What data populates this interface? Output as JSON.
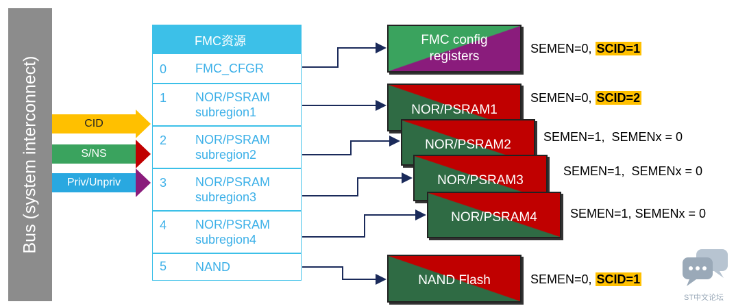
{
  "bus": {
    "label": "Bus (system interconnect)"
  },
  "signals": [
    {
      "label": "CID",
      "color": "#ffc000"
    },
    {
      "label": "S/NS",
      "color": "#3aa35e"
    },
    {
      "label": "Priv/Unpriv",
      "color": "#29a8e0"
    }
  ],
  "table": {
    "header": "FMC资源",
    "rows": [
      {
        "index": "0",
        "name": "FMC_CFGR"
      },
      {
        "index": "1",
        "name": "NOR/PSRAM subregion1"
      },
      {
        "index": "2",
        "name": "NOR/PSRAM subregion2"
      },
      {
        "index": "3",
        "name": "NOR/PSRAM subregion3"
      },
      {
        "index": "4",
        "name": "NOR/PSRAM subregion4"
      },
      {
        "index": "5",
        "name": "NAND"
      }
    ]
  },
  "resources": [
    {
      "label": "FMC config registers",
      "sem_prefix": "SEMEN=0, ",
      "scid": "SCID=1"
    },
    {
      "label": "NOR/PSRAM1",
      "sem_prefix": "SEMEN=0, ",
      "scid": "SCID=2"
    },
    {
      "label": "NOR/PSRAM2",
      "sem_prefix": "SEMEN=1,  SEMENx = 0",
      "scid": ""
    },
    {
      "label": "NOR/PSRAM3",
      "sem_prefix": "SEMEN=1,  SEMENx = 0",
      "scid": ""
    },
    {
      "label": "NOR/PSRAM4",
      "sem_prefix": "SEMEN=1, SEMENx = 0",
      "scid": ""
    },
    {
      "label": "NAND Flash",
      "sem_prefix": "SEMEN=0, ",
      "scid": "SCID=1"
    }
  ],
  "watermark": {
    "label": "ST中文论坛",
    "icon": "chat-bubbles-icon"
  },
  "colors": {
    "table_accent": "#3cc0e8",
    "red": "#c00000",
    "green": "#2f6b44",
    "purple": "#8a1c7c",
    "scid_highlight": "#ffc000"
  }
}
